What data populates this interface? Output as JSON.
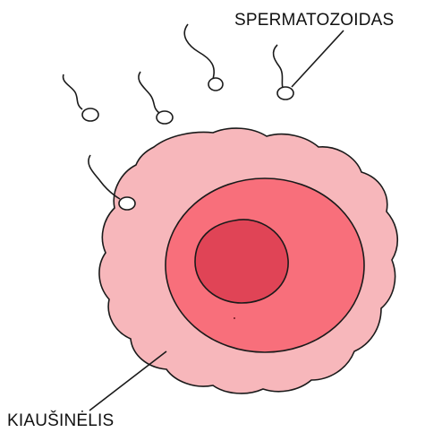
{
  "labels": {
    "sperm": "SPERMATOZOIDAS",
    "egg": "KIAUŠINĖLIS"
  },
  "colors": {
    "corona": "#f7b7bb",
    "cytoplasm": "#f86f7b",
    "nucleus": "#e04456",
    "sperm_head": "#ffffff",
    "outline": "#1a1a1a"
  },
  "icons": {
    "sperm": "sperm-cell",
    "egg": "egg-cell"
  }
}
